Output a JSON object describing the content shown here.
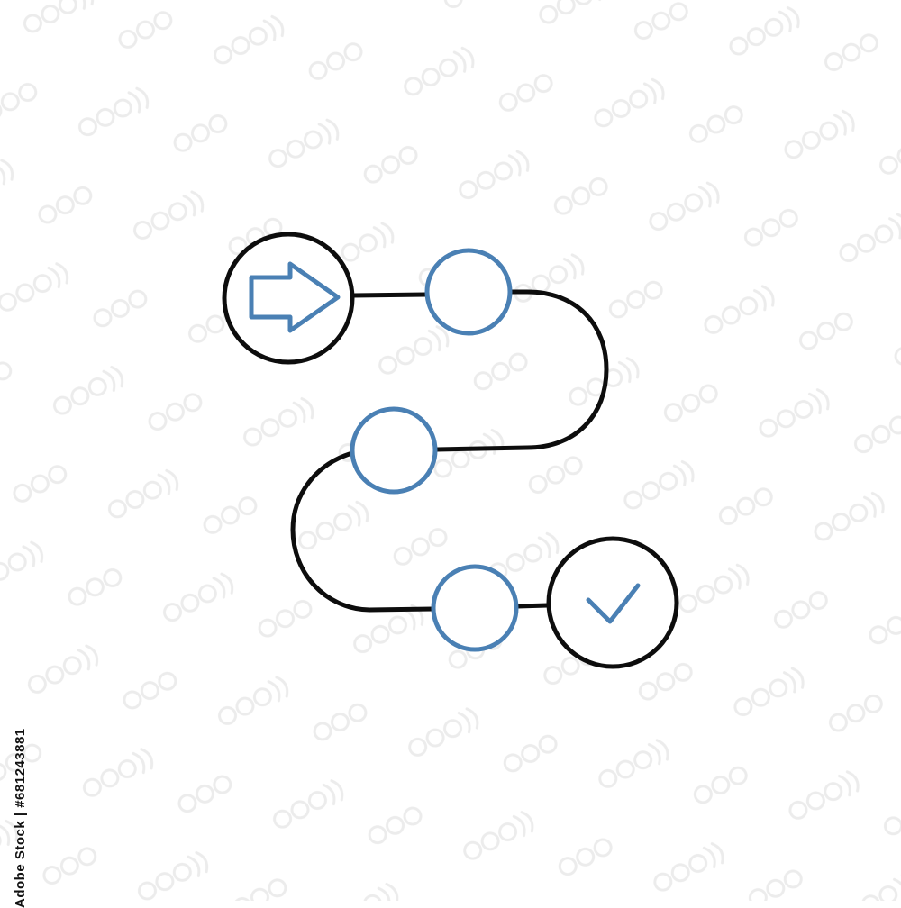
{
  "colors": {
    "path": "#0d0d0d",
    "accent": "#4a80b4",
    "watermark": "#e9e9e9"
  },
  "diagram": {
    "steps": [
      {
        "kind": "start",
        "icon": "arrow-right-icon"
      },
      {
        "kind": "milestone"
      },
      {
        "kind": "milestone"
      },
      {
        "kind": "milestone"
      },
      {
        "kind": "finish",
        "icon": "check-icon"
      }
    ]
  },
  "watermark": {
    "stock_id": "Adobe Stock | #681243881"
  }
}
